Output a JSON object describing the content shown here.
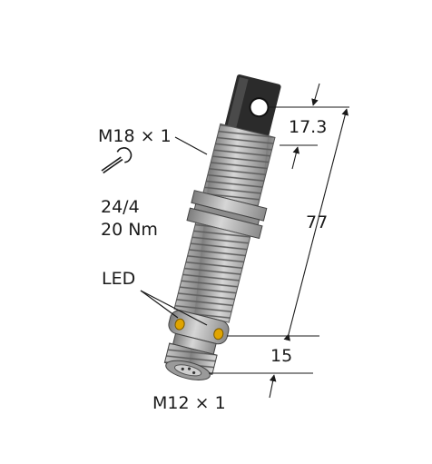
{
  "labels": {
    "thread_main": "M18 × 1",
    "wrench_size": "24/4",
    "torque": "20 Nm",
    "led": "LED",
    "connector_thread": "M12 × 1"
  },
  "dimensions": {
    "head_height": "17.3",
    "total_length": "77",
    "connector_length": "15"
  },
  "icons": [
    "wrench-icon"
  ],
  "colors": {
    "body": "#a9a9a9",
    "head": "#2b2b2b",
    "led": "#e0a400",
    "line": "#1a1a1a"
  }
}
